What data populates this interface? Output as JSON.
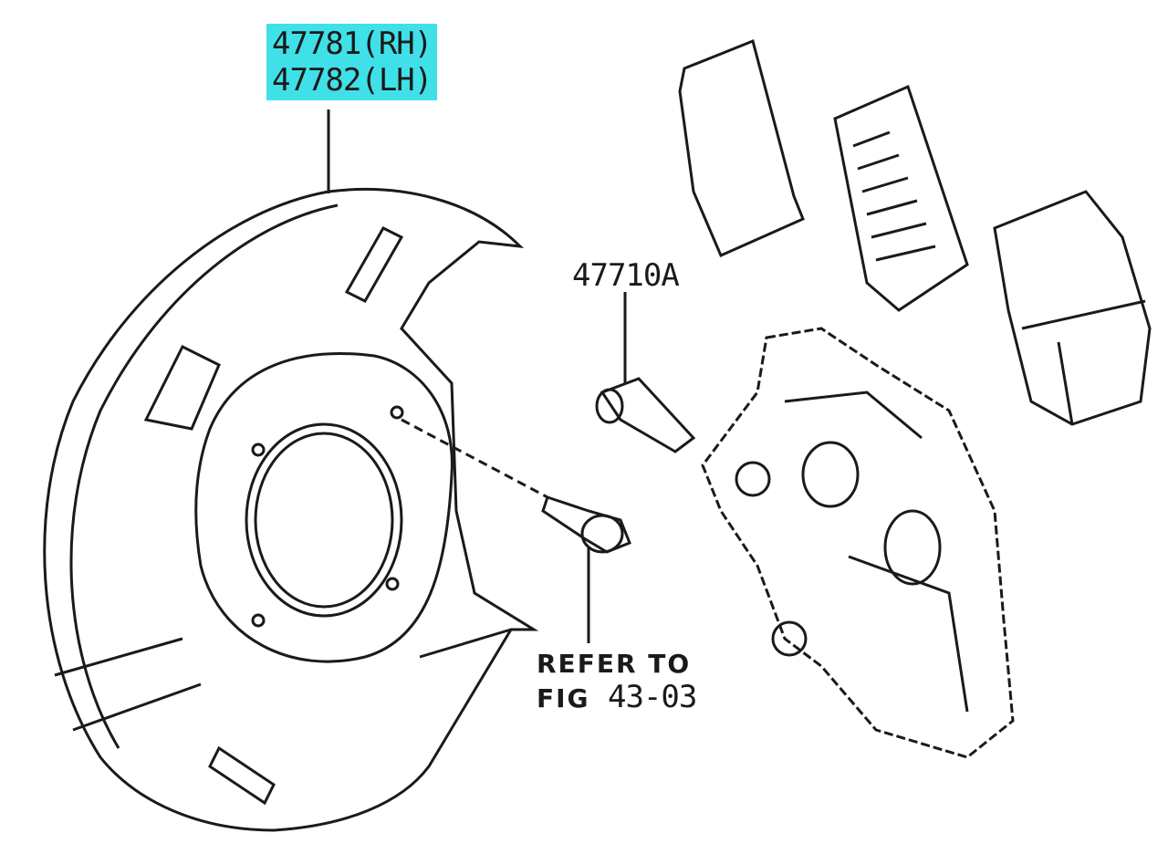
{
  "labels": {
    "shield_rh": "47781(RH)",
    "shield_lh": "47782(LH)",
    "bolt": "47710A",
    "refer_line1": "REFER TO",
    "refer_fig": "FIG",
    "refer_number": "43-03"
  },
  "colors": {
    "highlight": "#40e0e8",
    "line": "#1a1a1a"
  }
}
